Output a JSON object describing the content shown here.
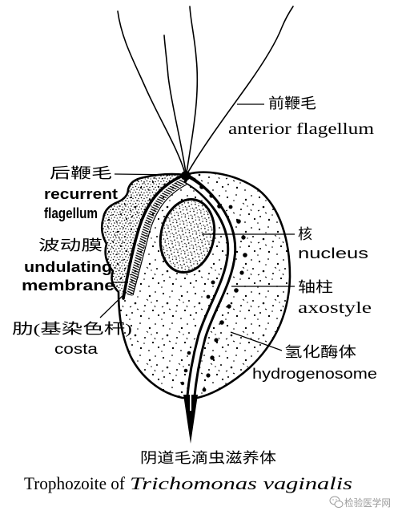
{
  "labels": {
    "anterior_flagellum": {
      "zh": "前鞭毛",
      "en": "anterior flagellum"
    },
    "recurrent_flagellum": {
      "zh": "后鞭毛",
      "en_line1": "recurrent",
      "en_line2": "flagellum"
    },
    "undulating_membrane": {
      "zh": "波动膜",
      "en_line1": "undulating",
      "en_line2": "membrane"
    },
    "nucleus": {
      "zh": "核",
      "en": "nucleus"
    },
    "axostyle": {
      "zh": "轴柱",
      "en": "axostyle"
    },
    "costa": {
      "zh": "肋(基染色杆)",
      "en": "costa"
    },
    "hydrogenosome": {
      "zh": "氢化酶体",
      "en": "hydrogenosome"
    }
  },
  "caption": {
    "zh": "阴道毛滴虫滋养体",
    "en_prefix": "Trophozoite of",
    "en_species": "Trichomonas vaginalis"
  },
  "watermark": {
    "text": "检验医学网",
    "icon": "wechat-icon"
  },
  "colors": {
    "ink": "#000000",
    "background": "#ffffff",
    "watermark": "#8a8a8a"
  }
}
